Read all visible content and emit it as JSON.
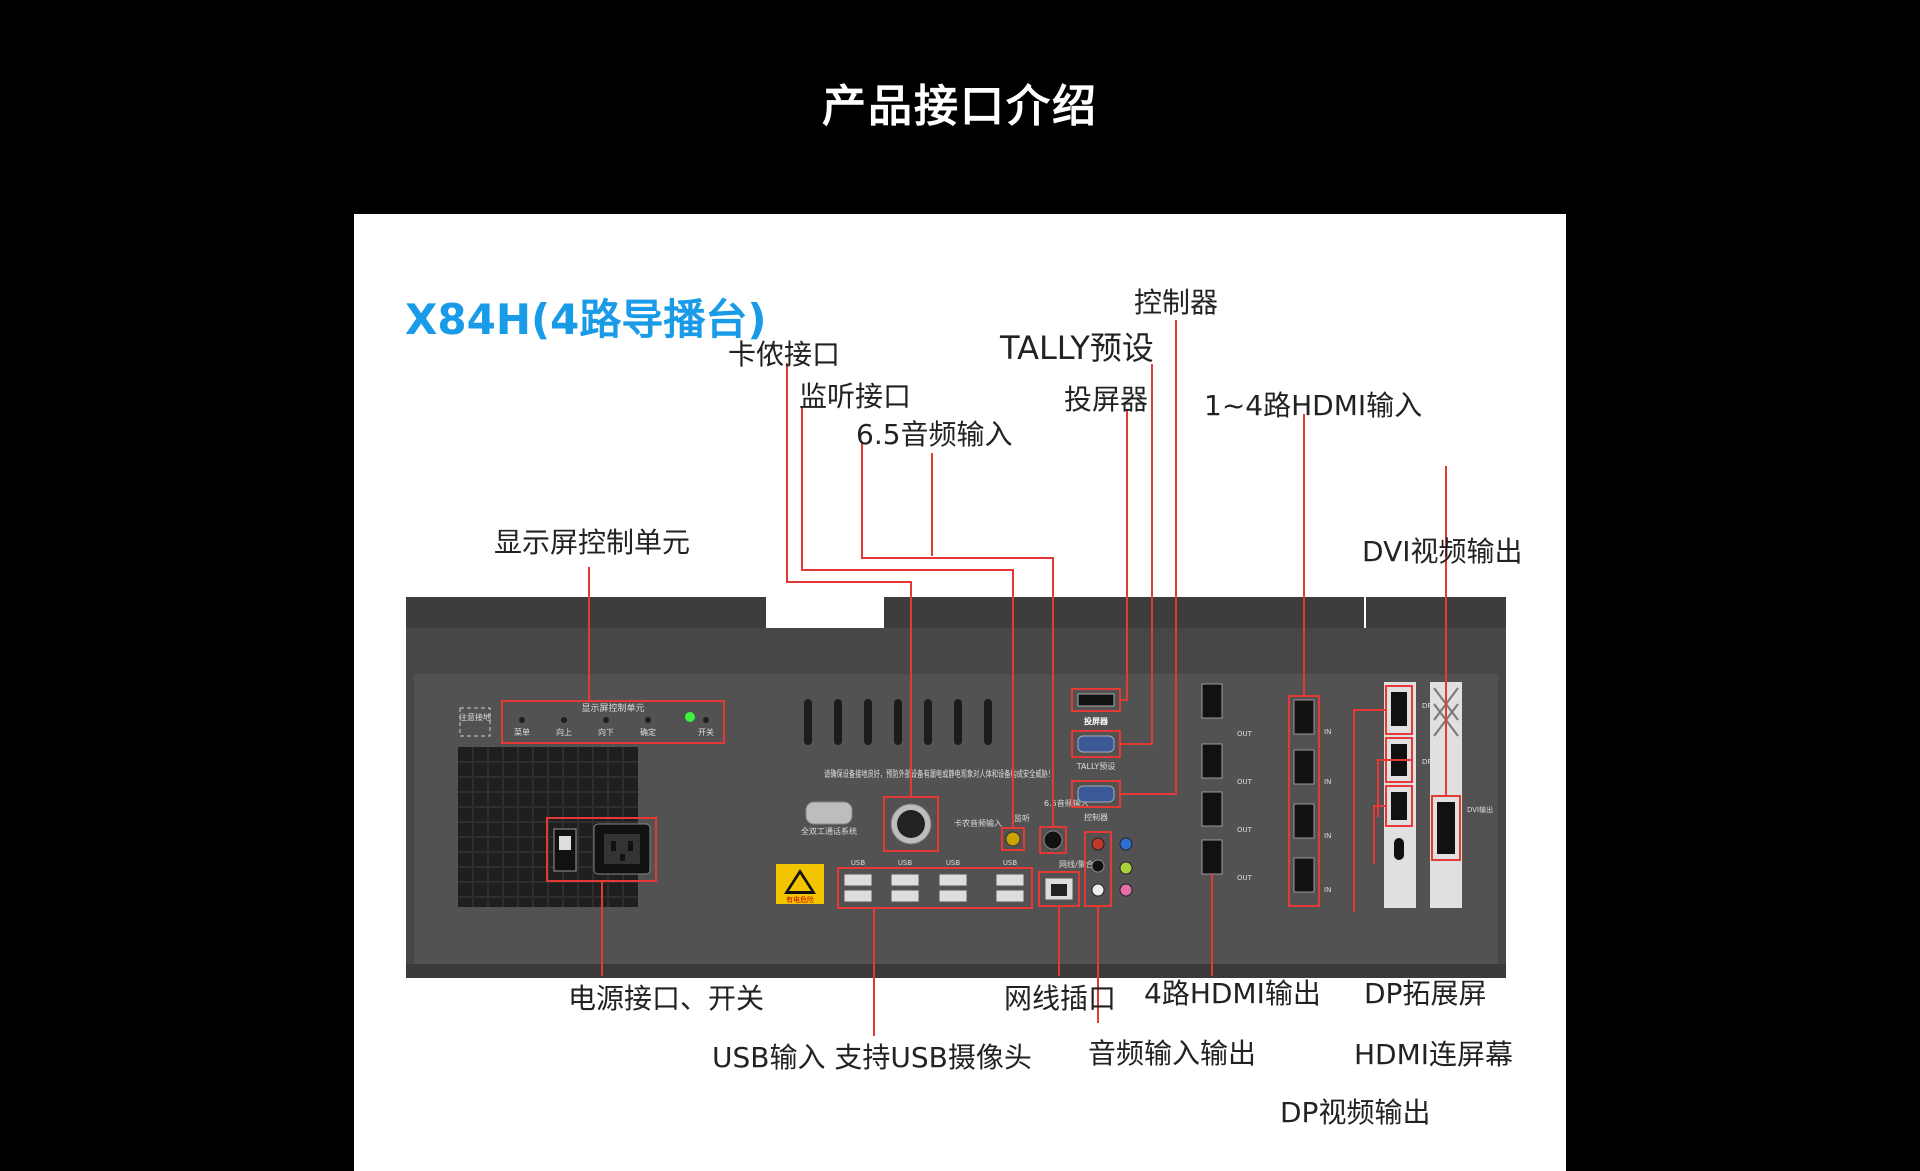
{
  "page": {
    "title": "产品接口介绍"
  },
  "product": {
    "model": "X84H(4路导播台)"
  },
  "colors": {
    "accent": "#1a9be8",
    "callout_line": "#e53935",
    "background": "#000000",
    "card": "#ffffff",
    "device_body": "#4a4a4a"
  },
  "callouts": {
    "controller": "控制器",
    "tally": "TALLY预设",
    "intercom": "卡侬接口",
    "monitor": "监听接口",
    "audio_65": "6.5音频输入",
    "projector": "投屏器",
    "hdmi_in": "1~4路HDMI输入",
    "display_control": "显示屏控制单元",
    "dvi_out": "DVI视频输出",
    "power": "电源接口、开关",
    "usb": "USB输入 支持USB摄像头",
    "network": "网线插口",
    "hdmi_out": "4路HDMI输出",
    "audio_io": "音频输入输出",
    "dp_extend": "DP拓展屏",
    "hdmi_link": "HDMI连屏幕",
    "dp_out": "DP视频输出"
  },
  "panel": {
    "display_unit_title": "显示屏控制单元",
    "buttons": [
      "菜单",
      "向上",
      "向下",
      "确定",
      "开关"
    ],
    "ground": "注意接地",
    "warning": "请确保设备接地良好，预防外部设备有漏电或静电现象对人体和设备构成安全威胁！",
    "intercom_label": "全双工通话系统",
    "xlr_label": "卡农音频输入",
    "monitor_label": "监听",
    "audio_label": "6.5音频输入",
    "network_label": "网线/聚合",
    "usb_label": "USB",
    "projector_label": "投屏器",
    "tally_label": "TALLY预设",
    "controller_label": "控制器",
    "hazard": "有电危险",
    "hdmi_out_labels": [
      "OUT",
      "OUT",
      "OUT",
      "OUT"
    ],
    "hdmi_in_labels": [
      "IN",
      "IN",
      "IN",
      "IN"
    ],
    "dp_out_label": "DP输出",
    "dp_ext_label": "DP拓展屏",
    "dvi_label": "DVI输出"
  }
}
